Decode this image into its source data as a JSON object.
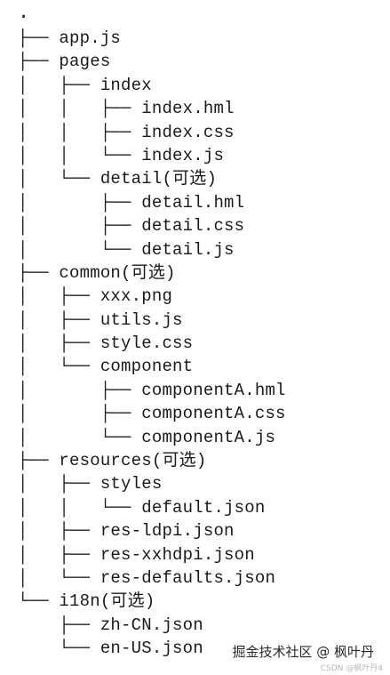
{
  "root": ".",
  "tree": [
    {
      "prefix": "├── ",
      "name": "app.js"
    },
    {
      "prefix": "├── ",
      "name": "pages"
    },
    {
      "prefix": "│   ├── ",
      "name": "index"
    },
    {
      "prefix": "│   │   ├── ",
      "name": "index.hml"
    },
    {
      "prefix": "│   │   ├── ",
      "name": "index.css"
    },
    {
      "prefix": "│   │   └── ",
      "name": "index.js"
    },
    {
      "prefix": "│   └── ",
      "name": "detail(可选)"
    },
    {
      "prefix": "│       ├── ",
      "name": "detail.hml"
    },
    {
      "prefix": "│       ├── ",
      "name": "detail.css"
    },
    {
      "prefix": "│       └── ",
      "name": "detail.js"
    },
    {
      "prefix": "├── ",
      "name": "common(可选)"
    },
    {
      "prefix": "│   ├── ",
      "name": "xxx.png"
    },
    {
      "prefix": "│   ├── ",
      "name": "utils.js"
    },
    {
      "prefix": "│   ├── ",
      "name": "style.css"
    },
    {
      "prefix": "│   └── ",
      "name": "component"
    },
    {
      "prefix": "│       ├── ",
      "name": "componentA.hml"
    },
    {
      "prefix": "│       ├── ",
      "name": "componentA.css"
    },
    {
      "prefix": "│       └── ",
      "name": "componentA.js"
    },
    {
      "prefix": "├── ",
      "name": "resources(可选)"
    },
    {
      "prefix": "│   ├── ",
      "name": "styles"
    },
    {
      "prefix": "│   │   └── ",
      "name": "default.json"
    },
    {
      "prefix": "│   ├── ",
      "name": "res-ldpi.json"
    },
    {
      "prefix": "│   ├── ",
      "name": "res-xxhdpi.json"
    },
    {
      "prefix": "│   └── ",
      "name": "res-defaults.json"
    },
    {
      "prefix": "└── ",
      "name": "i18n(可选)"
    },
    {
      "prefix": "    ├── ",
      "name": "zh-CN.json"
    },
    {
      "prefix": "    └── ",
      "name": "en-US.json"
    }
  ],
  "watermark": {
    "main": "掘金技术社区 @ 枫叶丹",
    "sub": "CSDN @枫叶丹4"
  }
}
